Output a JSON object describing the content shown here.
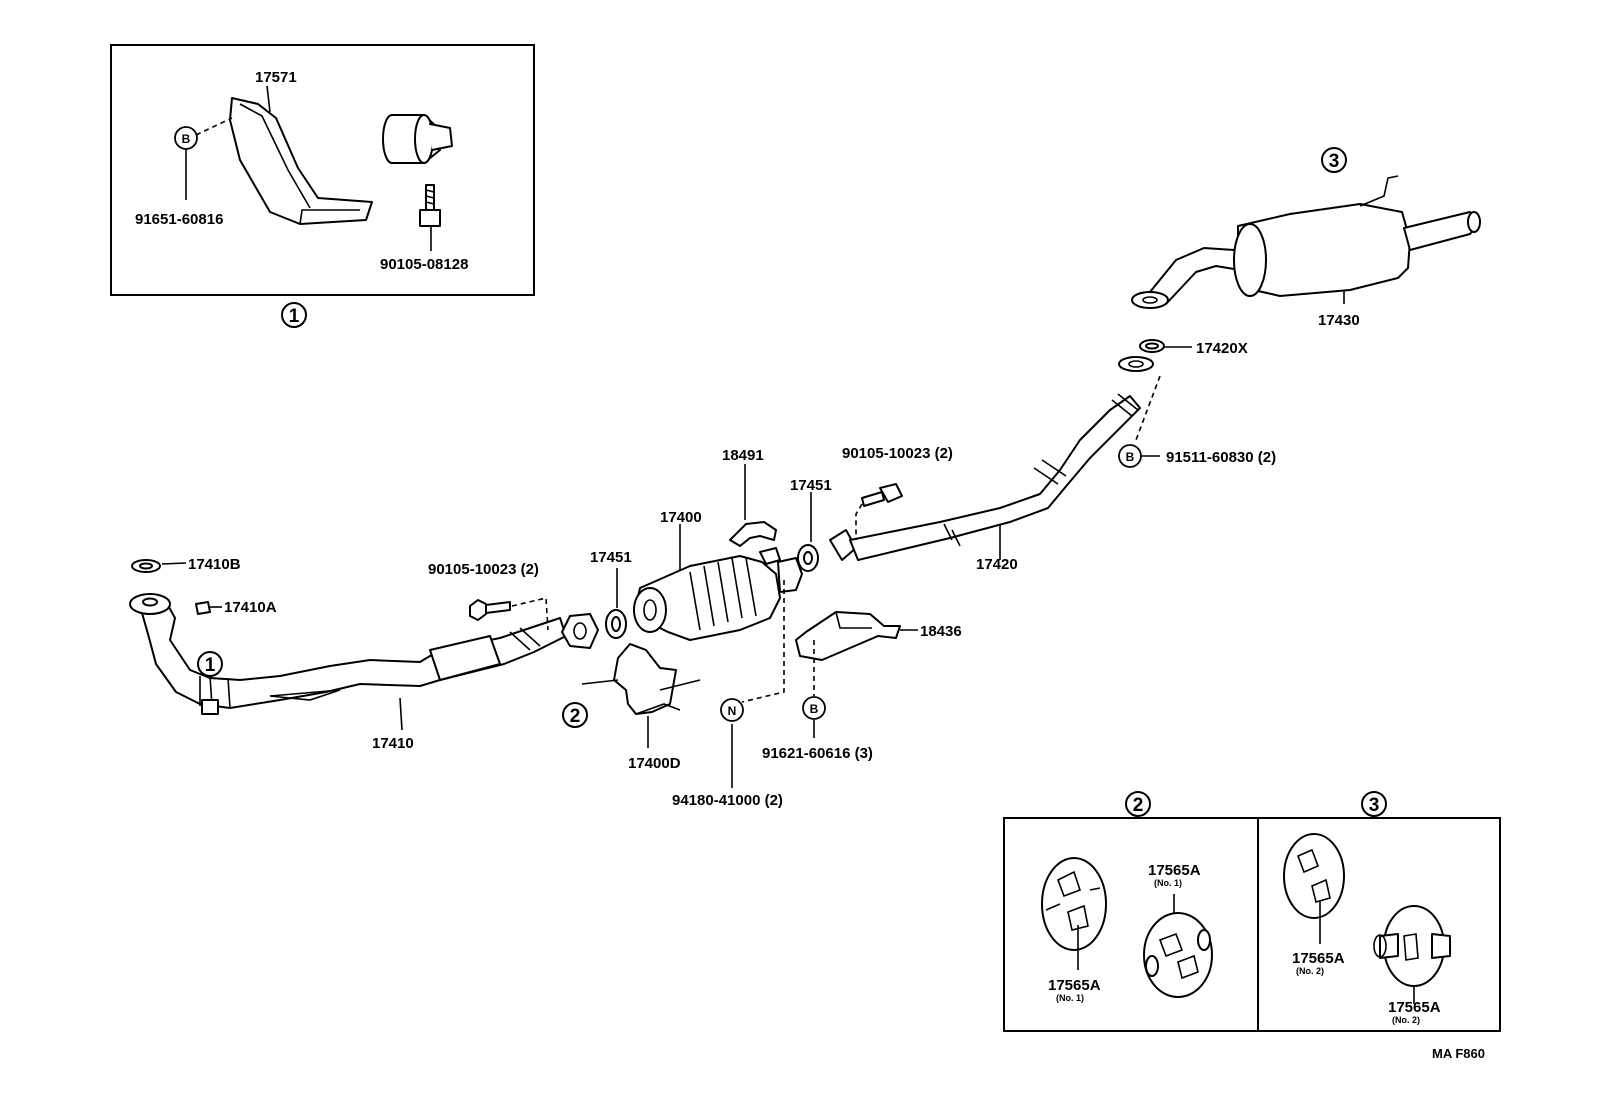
{
  "inset1": {
    "labels": {
      "bracket": "17571",
      "bolt_b": "91651-60816",
      "bolt": "90105-08128"
    },
    "marker_b": "B",
    "caption": "1"
  },
  "markers": {
    "one": "1",
    "two": "2",
    "three": "3",
    "b": "B",
    "n": "N"
  },
  "parts": {
    "gasket_17410b": "17410B",
    "nut_17410a": "17410A",
    "front_pipe": "17410",
    "bolt_front": "90105-10023 (2)",
    "gasket_front": "17451",
    "converter": "17400",
    "converter_bracket": "17400D",
    "shield_18491": "18491",
    "gasket_rear": "17451",
    "bolt_rear": "90105-10023 (2)",
    "center_pipe": "17420",
    "hanger_18436": "18436",
    "nut_94180": "94180-41000 (2)",
    "bolt_91621": "91621-60616 (3)",
    "bolt_91511": "91511-60830 (2)",
    "gasket_17420x": "17420X",
    "muffler": "17430"
  },
  "inset2": {
    "caption": "2",
    "mount_a": {
      "part": "17565A",
      "note": "(No. 1)"
    },
    "mount_b": {
      "part": "17565A",
      "note": "(No. 1)"
    }
  },
  "inset3": {
    "caption": "3",
    "mount_a": {
      "part": "17565A",
      "note": "(No. 2)"
    },
    "mount_b": {
      "part": "17565A",
      "note": "(No. 2)"
    }
  },
  "figure_code": "MA F860"
}
